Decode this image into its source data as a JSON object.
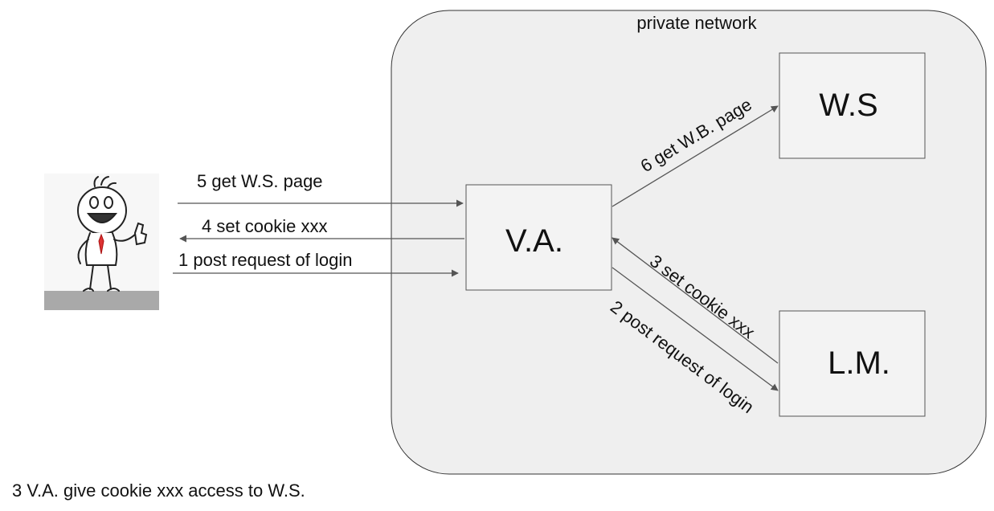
{
  "diagram": {
    "region_label": "private network",
    "nodes": {
      "ws": "W.S",
      "va": "V.A.",
      "lm": "L.M."
    },
    "user_figure": "user-cartoon",
    "arrows": {
      "a5": "5 get W.S. page",
      "a4": "4 set cookie xxx",
      "a1": "1 post request of login",
      "a6": "6 get W.B. page",
      "a3": "3 set cookie xxx",
      "a2": "2 post request of login"
    }
  },
  "footnote": "3 V.A. give cookie xxx access to W.S."
}
